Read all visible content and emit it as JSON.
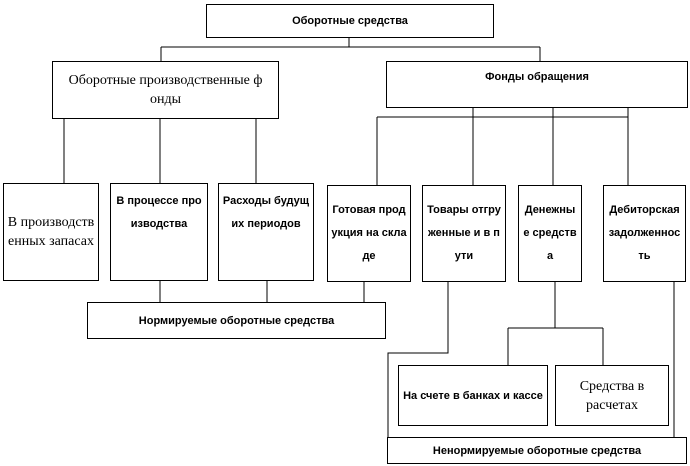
{
  "root": "Оборотные средства",
  "left_group": "Оборотные производственные фонды",
  "right_group": "Фонды обращения",
  "items": [
    "В производственных запасах",
    "В процессе производства",
    "Расходы будущих периодов",
    "Готовая продукция на складе",
    "Товары отгруженные и в пути",
    "Денежные средства",
    "Дебиторская задолженность"
  ],
  "money_sub": [
    "На счете в банках и кассе",
    "Средства в расчетах"
  ],
  "normed": "Нормируемые оборотные средства",
  "non_normed": "Ненормируемые оборотные средства"
}
